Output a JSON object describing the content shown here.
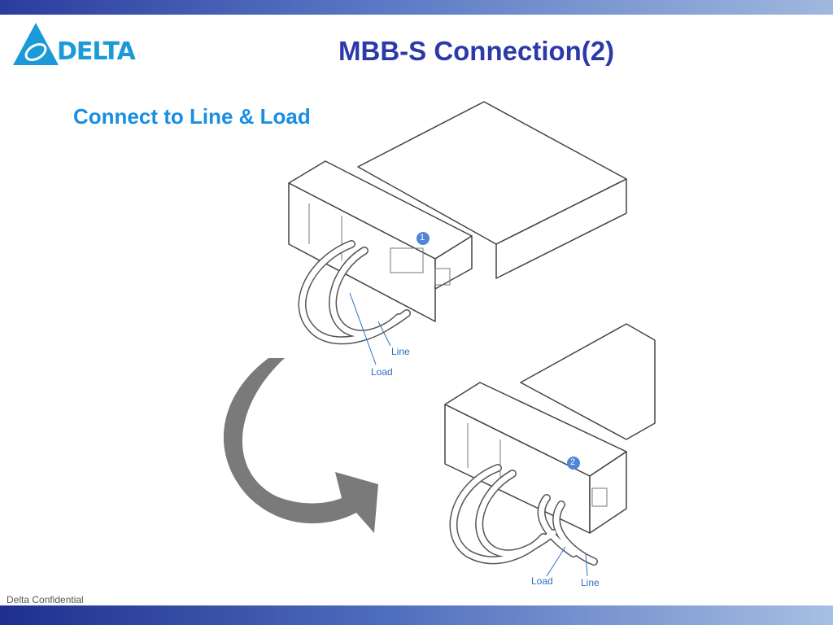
{
  "header": {
    "logo_text": "DELTA",
    "title": "MBB-S Connection(2)"
  },
  "content": {
    "subtitle": "Connect to Line & Load",
    "figure1": {
      "step": "1",
      "line_label": "Line",
      "load_label": "Load"
    },
    "figure2": {
      "step": "2",
      "line_label": "Line",
      "load_label": "Load"
    }
  },
  "footer": {
    "text": "Delta Confidential"
  },
  "colors": {
    "brand_blue": "#1a9ad6",
    "title_blue": "#2b3aa8",
    "arrow_gray": "#7a7a7a"
  }
}
